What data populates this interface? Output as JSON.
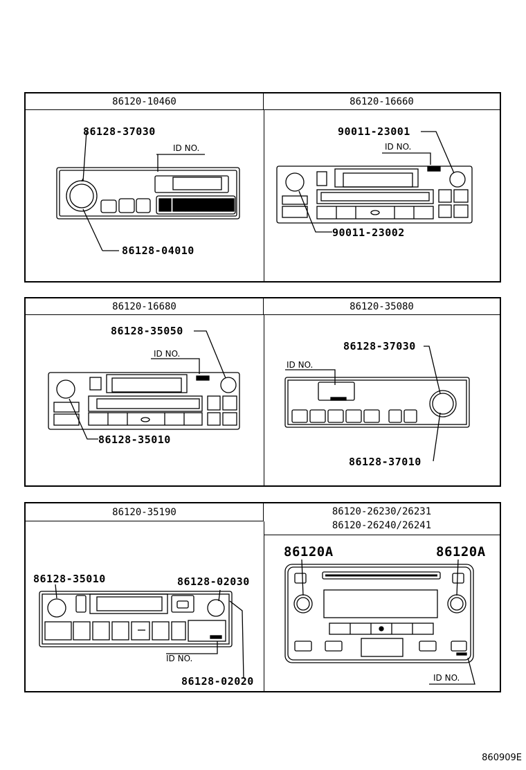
{
  "panels": [
    {
      "id": "p1",
      "header": "86120-10460",
      "labels": [
        "86128-37030",
        "86128-04010"
      ],
      "idno": "ID NO."
    },
    {
      "id": "p2",
      "header": "86120-16660",
      "labels": [
        "90011-23001",
        "90011-23002"
      ],
      "idno": "ID NO."
    },
    {
      "id": "p3",
      "header": "86120-16680",
      "labels": [
        "86128-35050",
        "86128-35010"
      ],
      "idno": "ID NO."
    },
    {
      "id": "p4",
      "header": "86120-35080",
      "labels": [
        "86128-37030",
        "86128-37010"
      ],
      "idno": "ID NO."
    },
    {
      "id": "p5",
      "header": "86120-35190",
      "labels": [
        "86128-35010",
        "86128-02030",
        "86128-02020"
      ],
      "idno": "ID NO."
    },
    {
      "id": "p6",
      "header_line1": "86120-26230/26231",
      "header_line2": "86120-26240/26241",
      "labels": [
        "86120A",
        "86120A"
      ],
      "idno": "ID NO."
    }
  ],
  "footer": "860909E"
}
